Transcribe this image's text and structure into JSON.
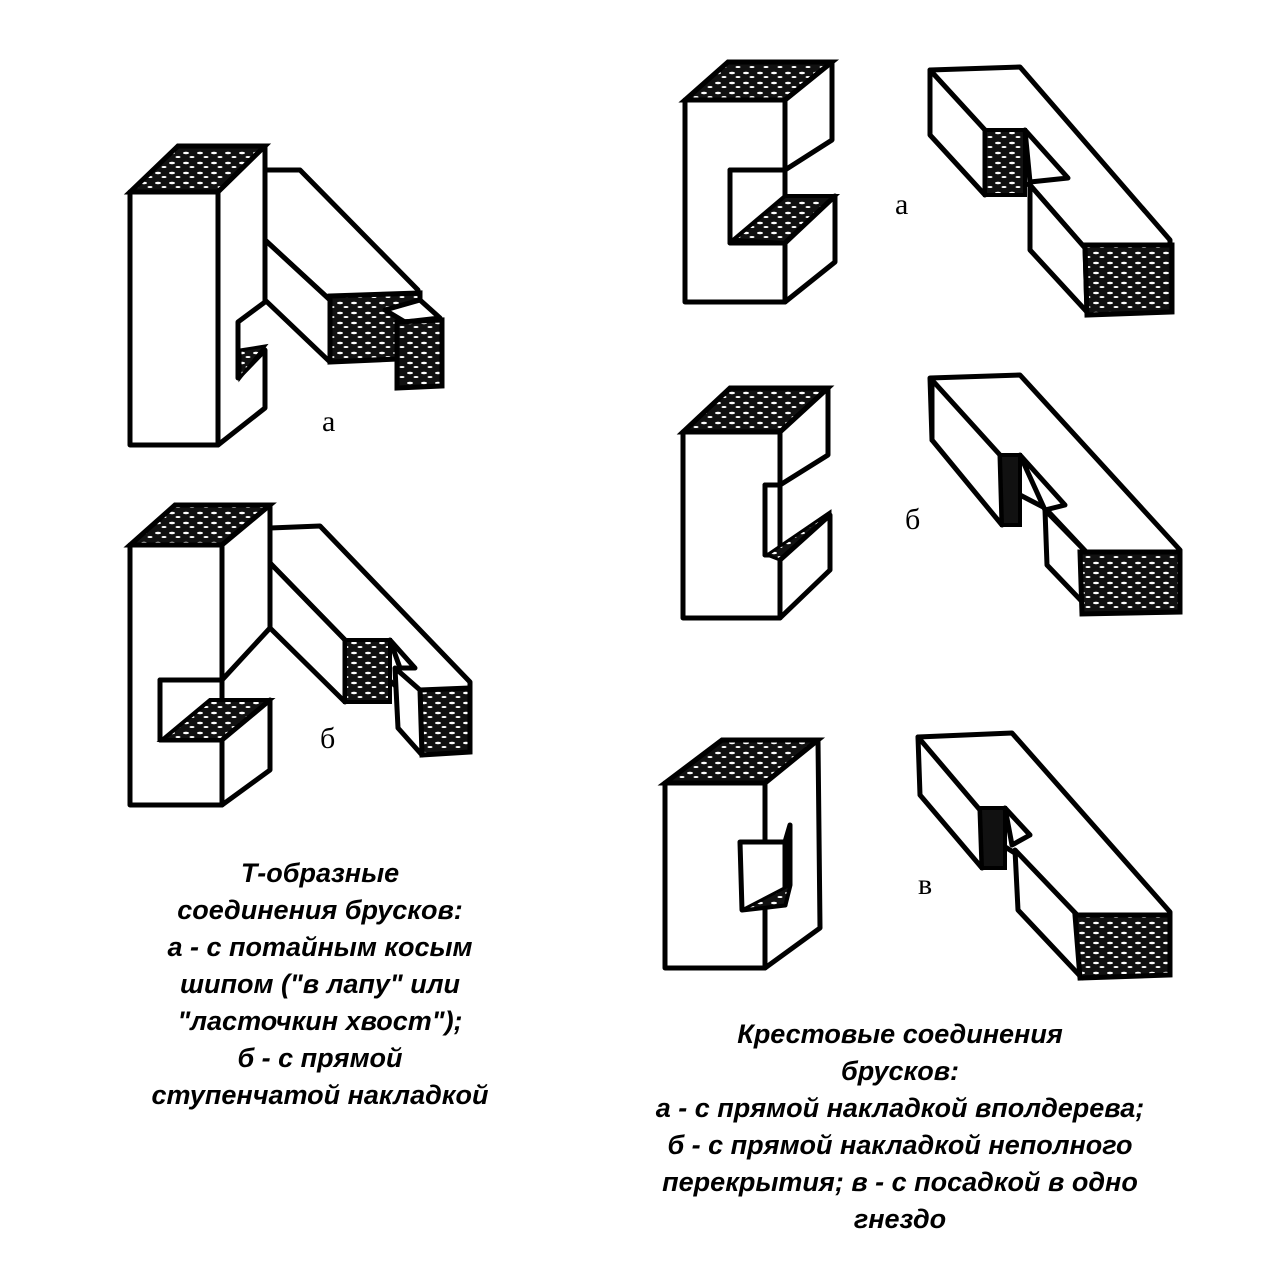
{
  "figures": {
    "t_joints": {
      "a": {
        "label": "а"
      },
      "b": {
        "label": "б"
      }
    },
    "cross_joints": {
      "a": {
        "label": "а"
      },
      "b": {
        "label": "б"
      },
      "v": {
        "label": "в"
      }
    }
  },
  "captions": {
    "t_joints": {
      "lines": [
        "Т-образные",
        "соединения брусков:",
        "а - с потайным косым",
        "шипом (\"в лапу\" или",
        "\"ласточкин хвост\");",
        "б - с прямой",
        "ступенчатой накладкой"
      ]
    },
    "cross_joints": {
      "lines": [
        "Крестовые соединения",
        "брусков:",
        "а - с прямой накладкой вполдерева;",
        "б - с прямой накладкой неполного",
        "перекрытия; в - с посадкой в одно",
        "гнездо"
      ]
    }
  }
}
